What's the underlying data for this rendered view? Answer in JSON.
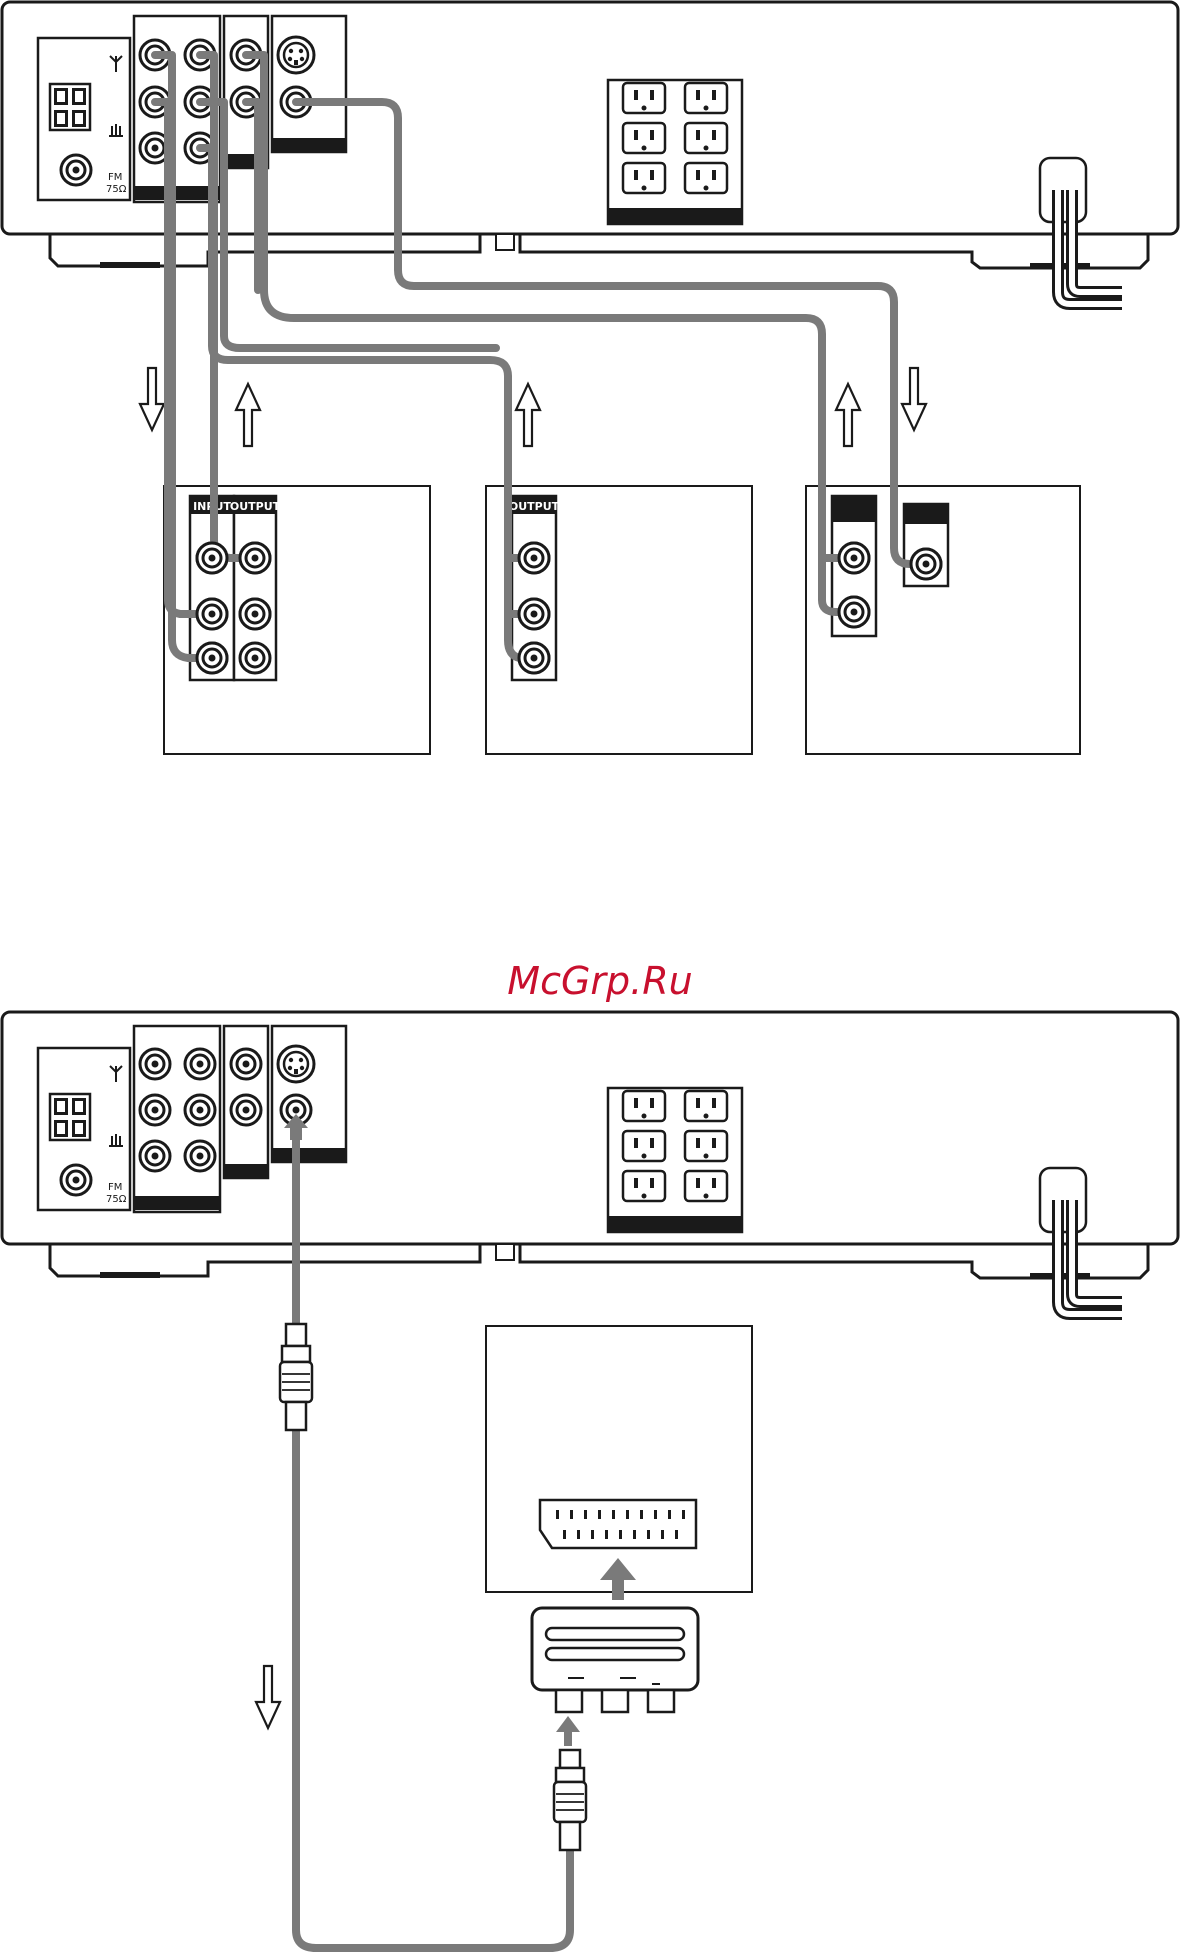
{
  "labels": {
    "input": "INPUT",
    "output_vcr": "OUTPUT",
    "output_tape": "OUTPUT",
    "fm": "FM",
    "ohm": "75Ω"
  },
  "watermark": "McGrp.Ru",
  "colors": {
    "line": "#1a1a1a",
    "cable": "#7a7a7a",
    "watermark": "#c8102e",
    "panel_fill": "#ffffff",
    "block": "#1a1a1a"
  },
  "icons": [
    "antenna-icon",
    "ground-icon",
    "arrow-down-icon",
    "arrow-up-icon",
    "rca-plug-icon",
    "scart-adapter-icon"
  ]
}
